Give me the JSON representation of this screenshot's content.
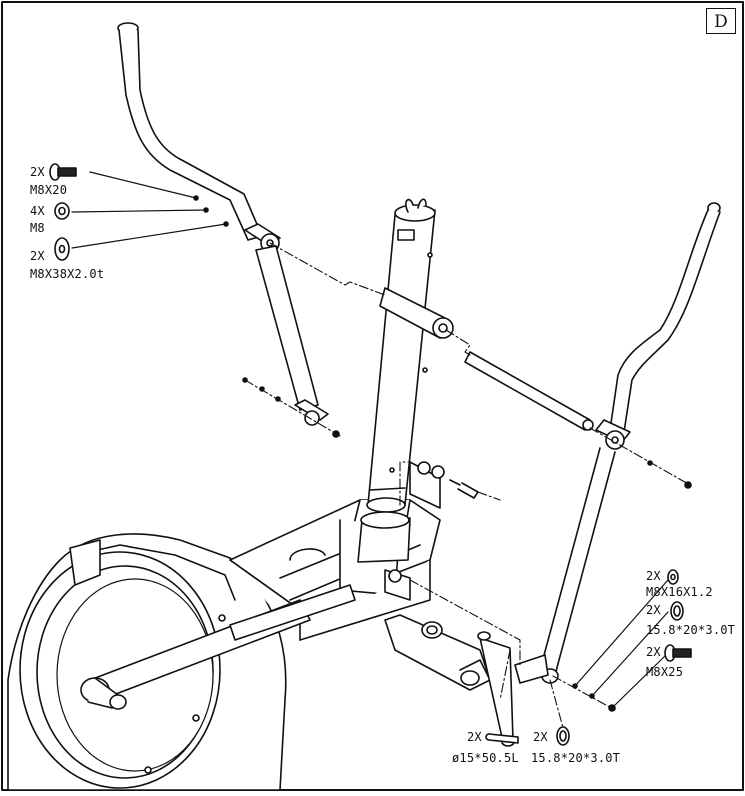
{
  "step": "D",
  "parts": {
    "bolt_m8x20": {
      "qty": "2X",
      "spec": "M8X20"
    },
    "nut_m8": {
      "qty": "4X",
      "spec": "M8"
    },
    "washer_m8x38": {
      "qty": "2X",
      "spec": "M8X38X2.0t"
    },
    "washer_m8x16": {
      "qty": "2X",
      "spec": "M8X16X1.2"
    },
    "bushing_right": {
      "qty": "2X",
      "spec": "15.8*20*3.0T"
    },
    "bolt_m8x25": {
      "qty": "2X",
      "spec": "M8X25"
    },
    "axle": {
      "qty": "2X",
      "spec": "ø15*50.5L"
    },
    "bushing_bottom": {
      "qty": "2X",
      "spec": "15.8*20*3.0T"
    }
  }
}
